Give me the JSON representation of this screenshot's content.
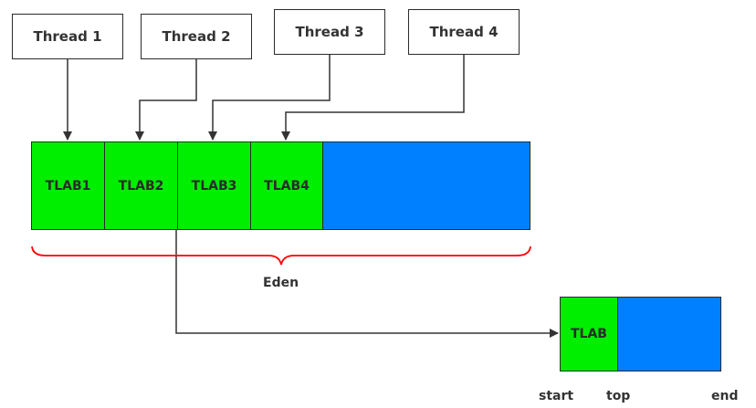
{
  "threads": [
    {
      "label": "Thread 1"
    },
    {
      "label": "Thread 2"
    },
    {
      "label": "Thread 3"
    },
    {
      "label": "Thread 4"
    }
  ],
  "eden": {
    "tlabs": [
      {
        "label": "TLAB1"
      },
      {
        "label": "TLAB2"
      },
      {
        "label": "TLAB3"
      },
      {
        "label": "TLAB4"
      }
    ],
    "label": "Eden"
  },
  "detail": {
    "tlab_label": "TLAB",
    "start_label": "start",
    "top_label": "top",
    "end_label": "end"
  },
  "colors": {
    "tlab": "#00ee00",
    "free": "#0080ff",
    "brace": "#ff0000",
    "line": "#333333"
  }
}
